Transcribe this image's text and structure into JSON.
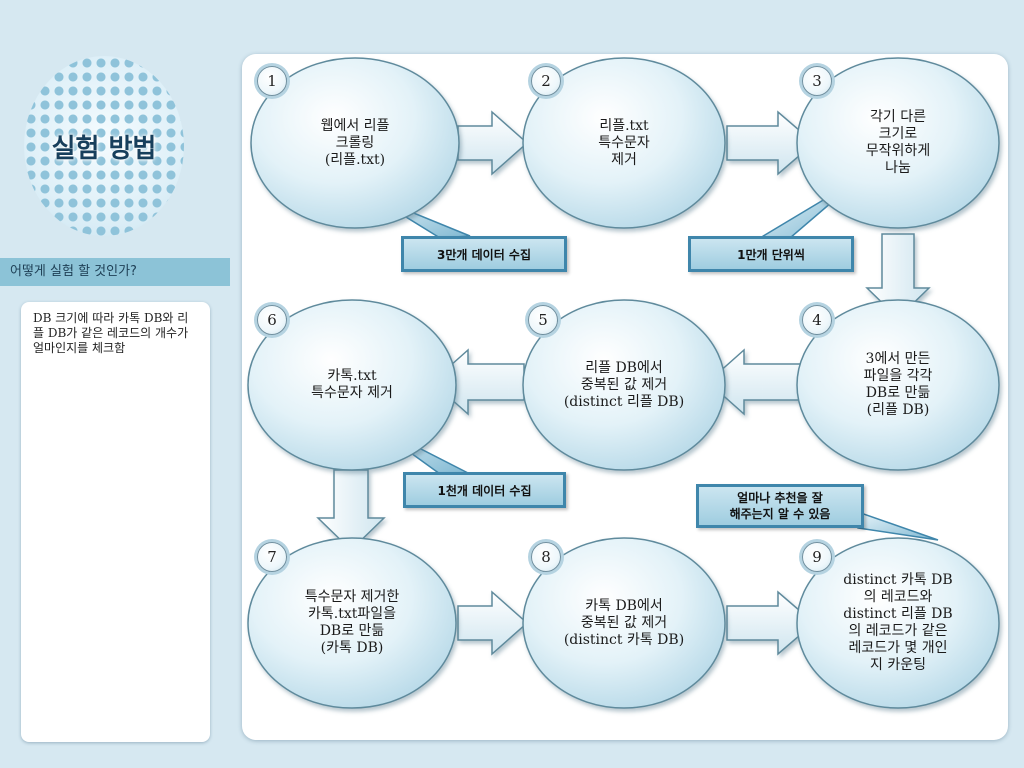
{
  "title": "실험 방법",
  "subtitle": "어떻게 실험 할 것인가?",
  "description": "DB 크기에 따라 카톡 DB와 리플 DB가 같은 레코드의 개수가 얼마인지를 체크함",
  "colors": {
    "background": "#d6e8f1",
    "node_fill": "#e3f2f8",
    "node_border": "#5f8a9c",
    "arrow_fill": "#e6f2f7",
    "callout_border": "#3f86ab",
    "subtitle_bar": "#8cc3d7"
  },
  "steps": [
    {
      "num": "1",
      "lines": [
        "웹에서 리플",
        "크롤링",
        "(리플.txt)"
      ]
    },
    {
      "num": "2",
      "lines": [
        "리플.txt",
        "특수문자",
        "제거"
      ]
    },
    {
      "num": "3",
      "lines": [
        "각기 다른",
        "크기로",
        "무작위하게",
        "나눔"
      ]
    },
    {
      "num": "4",
      "lines": [
        "3에서 만든",
        "파일을 각각",
        "DB로 만듦",
        "(리플 DB)"
      ]
    },
    {
      "num": "5",
      "lines": [
        "리플 DB에서",
        "중복된 값 제거",
        "(distinct 리플 DB)"
      ]
    },
    {
      "num": "6",
      "lines": [
        "카톡.txt",
        "특수문자 제거"
      ]
    },
    {
      "num": "7",
      "lines": [
        "특수문자 제거한",
        "카톡.txt파일을",
        "DB로 만듦",
        "(카톡 DB)"
      ]
    },
    {
      "num": "8",
      "lines": [
        "카톡 DB에서",
        "중복된 값 제거",
        "(distinct 카톡 DB)"
      ]
    },
    {
      "num": "9",
      "lines": [
        "distinct  카톡 DB",
        "의 레코드와",
        "distinct 리플 DB",
        "의 레코드가 같은",
        "레코드가 몇 개인",
        "지 카운팅"
      ]
    }
  ],
  "callouts": [
    {
      "lines": [
        "3만개 데이터 수집"
      ]
    },
    {
      "lines": [
        "1만개 단위씩"
      ]
    },
    {
      "lines": [
        "1천개 데이터 수집"
      ]
    },
    {
      "lines": [
        "얼마나 추천을 잘",
        "해주는지 알 수 있음"
      ]
    }
  ]
}
